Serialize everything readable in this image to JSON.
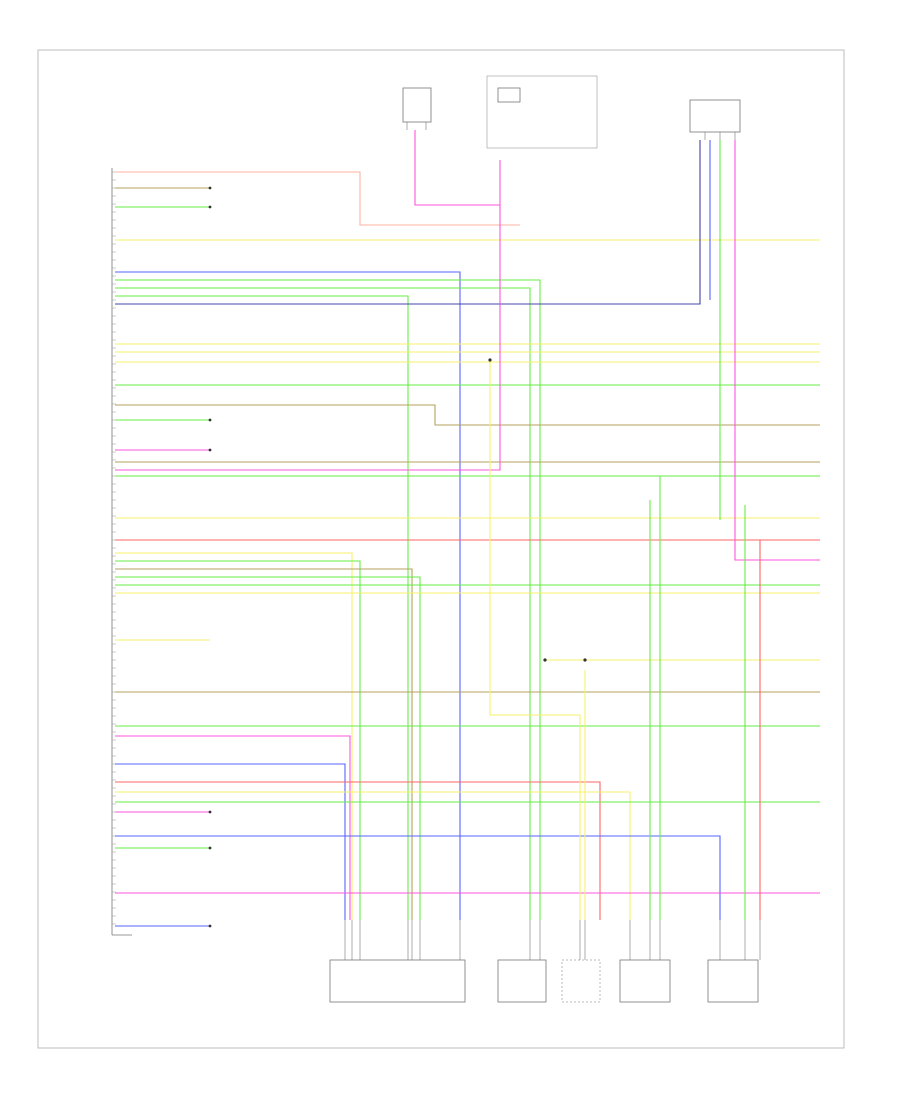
{
  "footer_code": "",
  "colors": {
    "border": "#bdbdbd",
    "pink": "#ff55dd",
    "green": "#66ee44",
    "yellow": "#f4f26a",
    "blue": "#5566ff",
    "darkblue": "#4444aa",
    "red": "#ff6666",
    "tan": "#b5a25c",
    "gray": "#888888",
    "component": "#777777"
  },
  "components": [
    {
      "id": "module-left",
      "type": "module"
    },
    {
      "id": "sensor-top-left",
      "type": "sensor"
    },
    {
      "id": "sensor-top-center",
      "type": "sensor"
    },
    {
      "id": "sensor-top-right",
      "type": "sensor"
    },
    {
      "id": "connector-bottom-1",
      "type": "connector"
    },
    {
      "id": "connector-bottom-2",
      "type": "connector"
    },
    {
      "id": "connector-bottom-3",
      "type": "connector"
    },
    {
      "id": "connector-bottom-4",
      "type": "connector"
    },
    {
      "id": "connector-bottom-5",
      "type": "connector"
    }
  ]
}
